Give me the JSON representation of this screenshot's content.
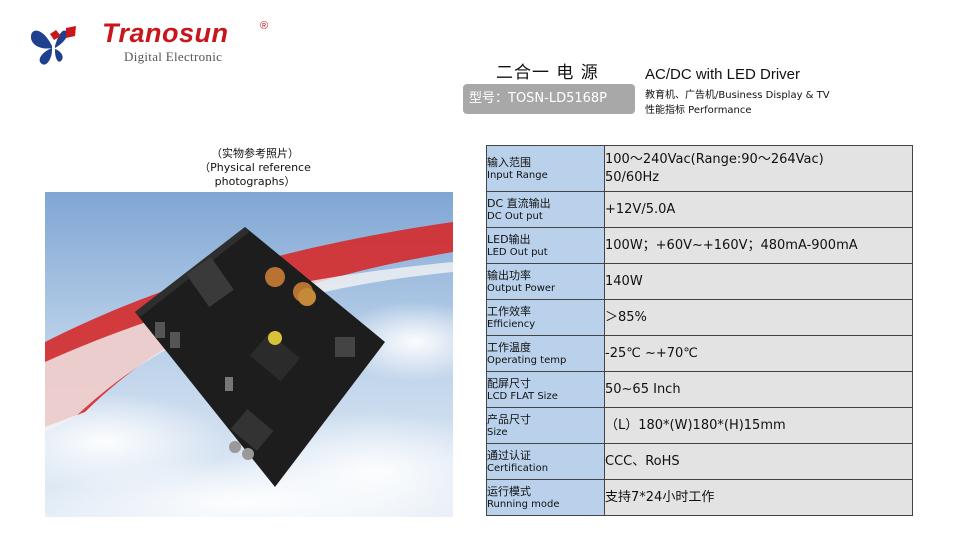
{
  "brand": {
    "name": "Tranosun",
    "registered": "®",
    "tagline": "Digital Electronic",
    "colors": {
      "primary": "#c8161d",
      "secondary": "#1f3f8f"
    }
  },
  "product": {
    "title_cn": "二合一 电 源",
    "model_label": "型号：TOSN-LD5168P",
    "title_en": "AC/DC  with LED Driver",
    "application": "教育机、广告机/Business Display & TV",
    "performance_heading": "性能指标 Performance"
  },
  "photo": {
    "caption_lines": [
      "（实物参考照片）",
      "（Physical reference",
      "photographs）"
    ]
  },
  "specs": [
    {
      "label_cn": "输入范围",
      "label_en": "Input Range",
      "value_lines": [
        "100～240Vac(Range:90～264Vac)",
        "50/60Hz"
      ]
    },
    {
      "label_cn": "DC 直流输出",
      "label_en": "DC Out put",
      "value_lines": [
        "+12V/5.0A"
      ]
    },
    {
      "label_cn": "LED输出",
      "label_en": "LED Out put",
      "value_lines": [
        "100W；+60V~+160V；480mA-900mA"
      ]
    },
    {
      "label_cn": "输出功率",
      "label_en": "Output Power",
      "value_lines": [
        "140W"
      ]
    },
    {
      "label_cn": "工作效率",
      "label_en": "Efficiency",
      "value_lines": [
        "＞85%"
      ]
    },
    {
      "label_cn": "工作温度",
      "label_en": "Operating temp",
      "value_lines": [
        "-25℃ ~+70℃"
      ]
    },
    {
      "label_cn": "配屏尺寸",
      "label_en": "LCD FLAT Size",
      "value_lines": [
        "50~65  Inch"
      ]
    },
    {
      "label_cn": "产品尺寸",
      "label_en": "Size",
      "value_lines": [
        "（L）180*(W)180*(H)15mm"
      ]
    },
    {
      "label_cn": "通过认证",
      "label_en": "Certification",
      "value_lines": [
        "CCC、RoHS"
      ]
    },
    {
      "label_cn": "运行模式",
      "label_en": "Running mode",
      "value_lines": [
        "支持7*24小时工作"
      ]
    }
  ]
}
